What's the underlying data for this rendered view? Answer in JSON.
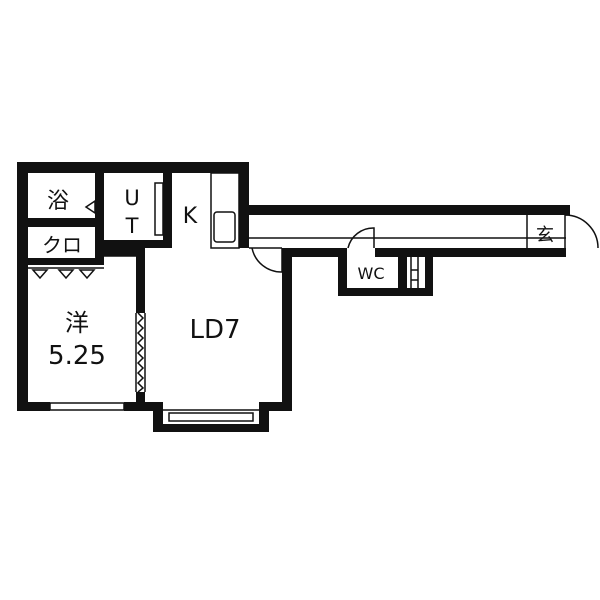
{
  "rooms": {
    "bath": "浴",
    "closet": "クロ",
    "utility_top": "U",
    "utility_bottom": "T",
    "kitchen": "K",
    "bedroom_type": "洋",
    "bedroom_size": "5.25",
    "living": "LD7",
    "toilet": "WC",
    "entrance": "玄"
  },
  "colors": {
    "wall": "#111111",
    "line": "#111111",
    "background": "#ffffff"
  }
}
